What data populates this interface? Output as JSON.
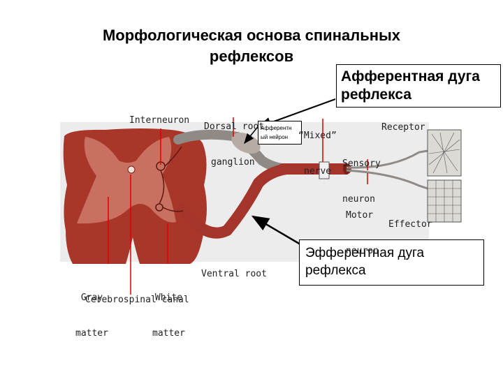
{
  "title": {
    "line1": "Морфологическая основа спинальных",
    "line2": "рефлексов"
  },
  "callouts": {
    "afferent_arc": {
      "line1": "Афферентная дуга",
      "line2": "рефлекса"
    },
    "efferent_arc": {
      "line1": "Эфферентная дуга",
      "line2": "рефлекса"
    },
    "afferent_neuron": {
      "line1": "Афферентн",
      "line2": "ый нейрон"
    }
  },
  "labels": {
    "interneuron": "Interneuron",
    "dorsal_root": {
      "line1": "Dorsal root",
      "line2": "ganglion"
    },
    "mixed_nerve": {
      "line1": "“Mixed”",
      "line2": "nerve"
    },
    "receptor": "Receptor",
    "sensory_neuron": {
      "line1": "Sensory",
      "line2": "neuron"
    },
    "motor_neuron": {
      "line1": "Motor",
      "line2": "neuron"
    },
    "effector": "Effector",
    "gray_matter": {
      "line1": "Gray",
      "line2": "matter"
    },
    "white_matter": {
      "line1": "White",
      "line2": "matter"
    },
    "ventral_root": "Ventral root",
    "cerebrospinal_canal": "Cerebrospinal canal"
  },
  "colors": {
    "white_matter": "#a8372a",
    "gray_matter": "#c97060",
    "nerve": "#a5352b",
    "pointer_red": "#e00000",
    "arrow": "#000000"
  }
}
